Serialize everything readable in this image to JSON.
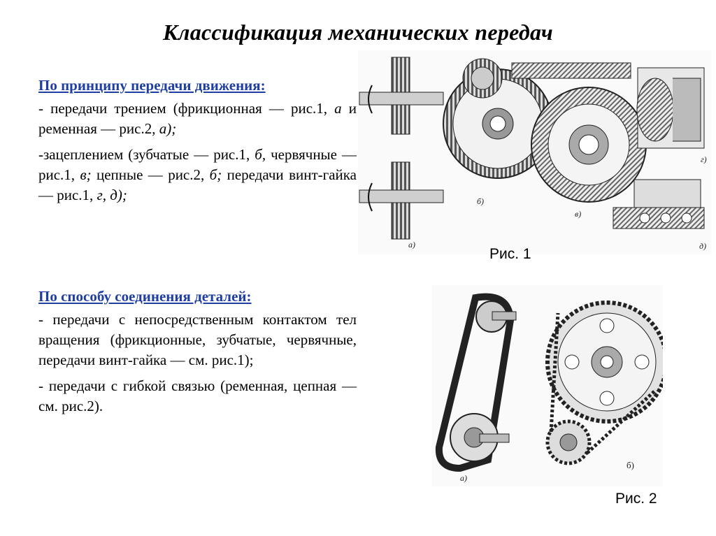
{
  "title": "Классификация механических передач",
  "section1": {
    "heading": "По принципу передачи движения:",
    "items": [
      [
        "- передачи    трением    (фрикционная — рис.1, ",
        "а",
        "  и ременная — рис.2, ",
        "а);",
        ""
      ],
      [
        "-зацеплением (зубчатые — рис.1, ",
        "б,",
        " червячные — рис.1, ",
        "в;",
        " цепные — рис.2, "
      ],
      [
        "",
        "б;",
        " передачи винт-гайка — рис.1, ",
        "г, д);",
        ""
      ]
    ]
  },
  "section2": {
    "heading": "По способу соединения деталей:",
    "item1": "- передачи с непосредственным контактом тел вращения (фрикционные, зубчатые, червячные, передачи винт-гайка — см. рис.1);",
    "item2": "- передачи с гибкой связью (ременная, цепная — см. рис.2)."
  },
  "figure1": {
    "caption": "Рис. 1",
    "sublabels": [
      "а)",
      "б)",
      "в)",
      "г)",
      "д)"
    ]
  },
  "figure2": {
    "caption": "Рис. 2",
    "sublabels": [
      "а)",
      "б)"
    ]
  }
}
